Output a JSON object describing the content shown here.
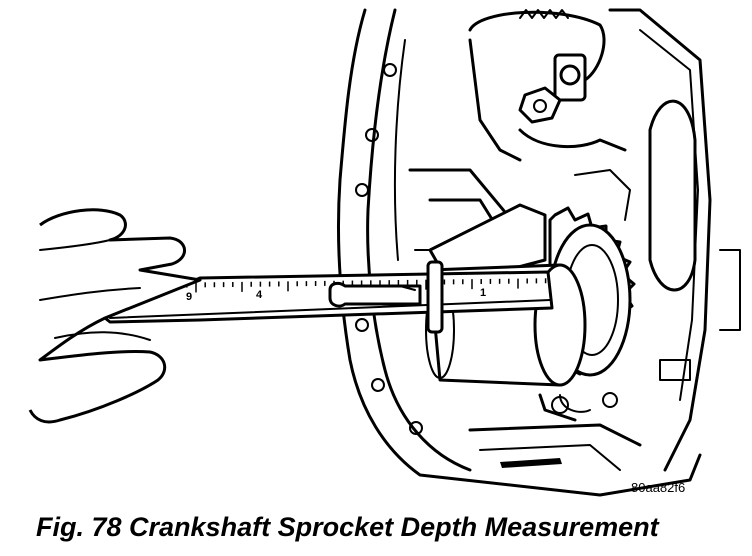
{
  "figure": {
    "reference_code": "80aa82f6",
    "caption": "Fig. 78 Crankshaft Sprocket Depth Measurement",
    "scale_numbers": [
      "9",
      "4",
      "1"
    ]
  },
  "icons": {
    "illustration": "hand-holding-depth-gauge-at-crankshaft-sprocket"
  }
}
